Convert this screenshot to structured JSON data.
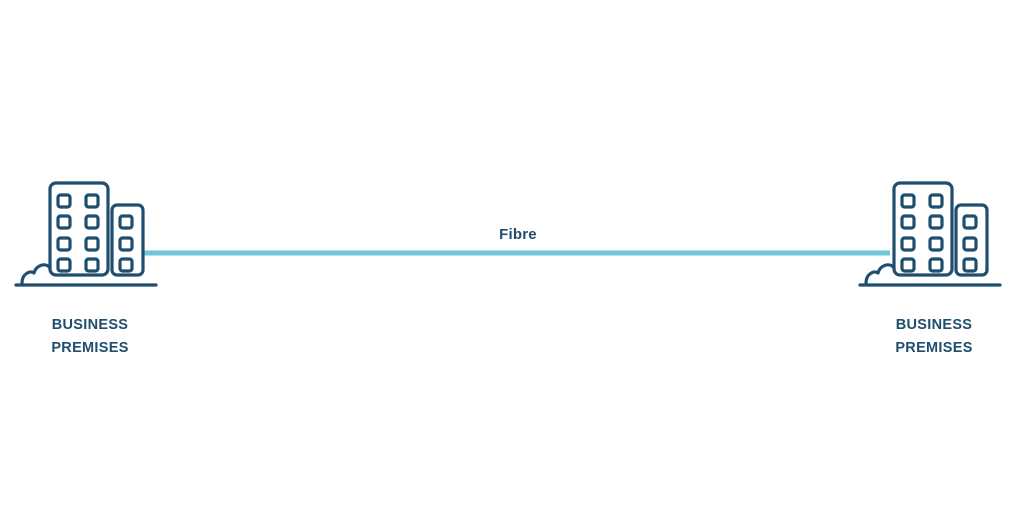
{
  "colors": {
    "link": "#6ec6d8",
    "outline": "#1f4e6e",
    "background": "#ffffff"
  },
  "link": {
    "label": "Fibre"
  },
  "nodes": [
    {
      "icon": "office-building-icon",
      "label_line1": "BUSINESS",
      "label_line2": "PREMISES"
    },
    {
      "icon": "office-building-icon",
      "label_line1": "BUSINESS",
      "label_line2": "PREMISES"
    }
  ]
}
